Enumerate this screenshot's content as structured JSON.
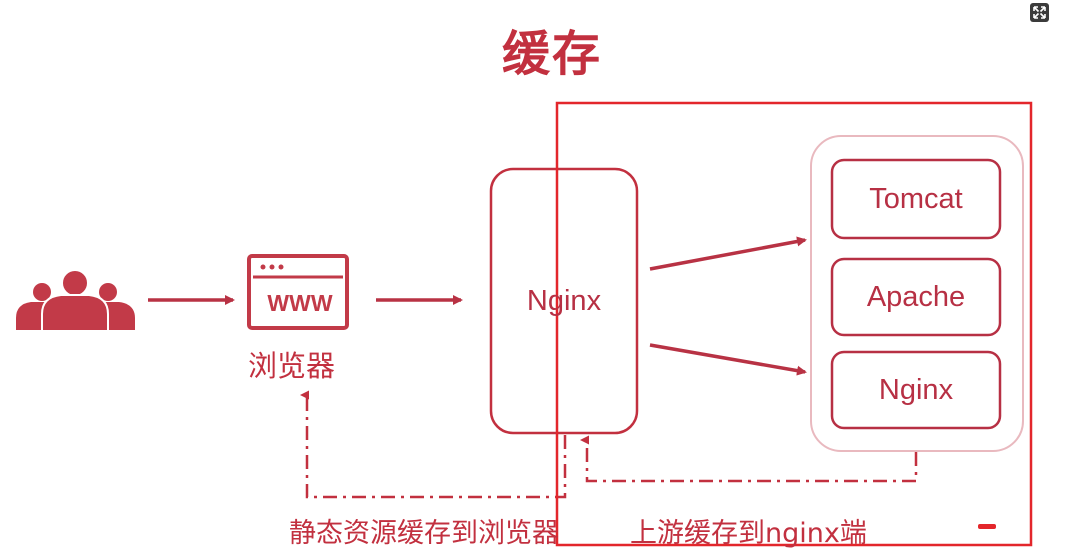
{
  "title": "缓存",
  "nodes": {
    "browser": {
      "icon_text": "WWW",
      "label": "浏览器"
    },
    "proxy": {
      "label": "Nginx"
    },
    "upstream": [
      {
        "label": "Tomcat"
      },
      {
        "label": "Apache"
      },
      {
        "label": "Nginx"
      }
    ]
  },
  "annotations": {
    "browser_cache": "静态资源缓存到浏览器",
    "upstream_cache": "上游缓存到nginx端"
  },
  "colors": {
    "primary": "#c2303f",
    "arrow": "#b83244",
    "highlight": "#e3262b"
  },
  "icons": [
    "users-icon",
    "browser-window-icon",
    "expand-icon"
  ]
}
